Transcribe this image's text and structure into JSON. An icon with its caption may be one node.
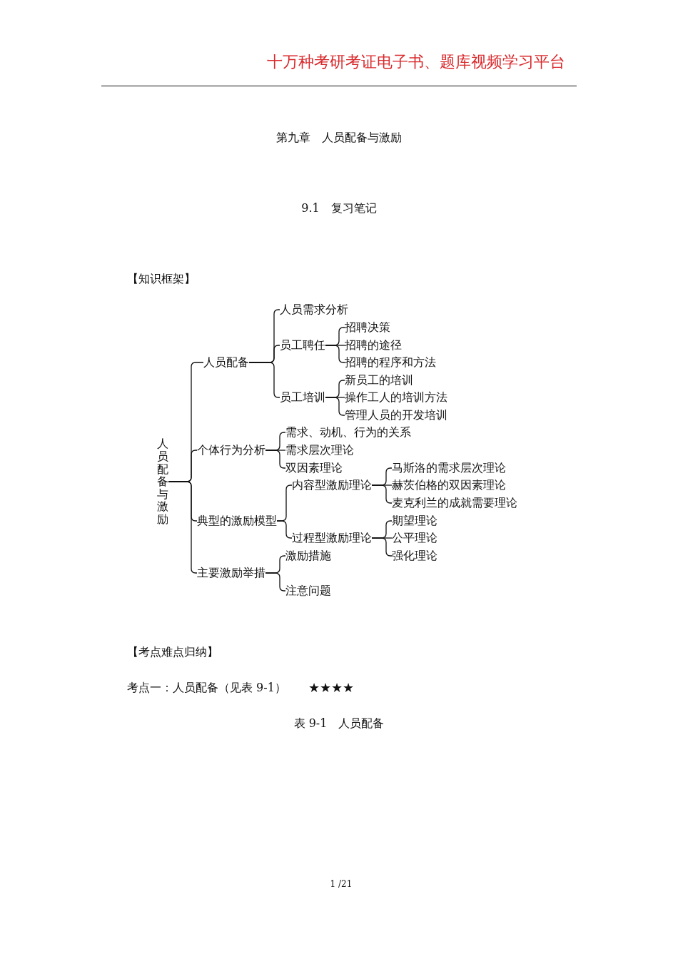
{
  "diagram": {
    "title": "第九章　人员配备与激励",
    "nodes": [
      {
        "text": [
          "人员配备与激励"
        ]
      },
      {
        "text": [
          "人员配备"
        ]
      },
      {
        "text": [
          "人员需求分析"
        ]
      },
      {
        "text": [
          "员工聘任"
        ]
      },
      {
        "text": [
          "招聘决策"
        ]
      },
      {
        "text": [
          "招聘的途径"
        ]
      },
      {
        "text": [
          "招聘的程序和方法"
        ]
      },
      {
        "text": [
          "员工培训"
        ]
      },
      {
        "text": [
          "新员工的培训"
        ]
      },
      {
        "text": [
          "操作工人的培训方法"
        ]
      },
      {
        "text": [
          "管理人员的开发培训"
        ]
      },
      {
        "text": [
          "个体行为分析"
        ]
      },
      {
        "text": [
          "需求、动机、行为的关系"
        ]
      },
      {
        "text": [
          "需求层次理论"
        ]
      },
      {
        "text": [
          "双因素理论"
        ]
      },
      {
        "text": [
          "典型的激励模型"
        ]
      },
      {
        "text": [
          "内容型激励理论"
        ]
      },
      {
        "text": [
          "马斯洛的需求层次理论"
        ]
      },
      {
        "text": [
          "赫茨伯格的双因素理论"
        ]
      },
      {
        "text": [
          "麦克利兰的成就需要理论"
        ]
      },
      {
        "text": [
          "过程型激励理论"
        ]
      },
      {
        "text": [
          "期望理论"
        ]
      },
      {
        "text": [
          "公平理论"
        ]
      },
      {
        "text": [
          "强化理论"
        ]
      },
      {
        "text": [
          "主要激励举措"
        ]
      },
      {
        "text": [
          "激励措施"
        ]
      },
      {
        "text": [
          "注意问题"
        ]
      }
    ],
    "edges": [
      {
        "from": 0,
        "to": 1,
        "arrow": "none"
      },
      {
        "from": 0,
        "to": 11,
        "arrow": "none"
      },
      {
        "from": 0,
        "to": 15,
        "arrow": "none"
      },
      {
        "from": 0,
        "to": 24,
        "arrow": "none"
      },
      {
        "from": 1,
        "to": 2,
        "arrow": "none"
      },
      {
        "from": 1,
        "to": 3,
        "arrow": "none"
      },
      {
        "from": 1,
        "to": 7,
        "arrow": "none"
      },
      {
        "from": 3,
        "to": 4,
        "arrow": "none"
      },
      {
        "from": 3,
        "to": 5,
        "arrow": "none"
      },
      {
        "from": 3,
        "to": 6,
        "arrow": "none"
      },
      {
        "from": 7,
        "to": 8,
        "arrow": "none"
      },
      {
        "from": 7,
        "to": 9,
        "arrow": "none"
      },
      {
        "from": 7,
        "to": 10,
        "arrow": "none"
      },
      {
        "from": 11,
        "to": 12,
        "arrow": "none"
      },
      {
        "from": 11,
        "to": 13,
        "arrow": "none"
      },
      {
        "from": 11,
        "to": 14,
        "arrow": "none"
      },
      {
        "from": 15,
        "to": 16,
        "arrow": "none"
      },
      {
        "from": 15,
        "to": 20,
        "arrow": "none"
      },
      {
        "from": 16,
        "to": 17,
        "arrow": "none"
      },
      {
        "from": 16,
        "to": 18,
        "arrow": "none"
      },
      {
        "from": 16,
        "to": 19,
        "arrow": "none"
      },
      {
        "from": 20,
        "to": 21,
        "arrow": "none"
      },
      {
        "from": 20,
        "to": 22,
        "arrow": "none"
      },
      {
        "from": 20,
        "to": 23,
        "arrow": "none"
      },
      {
        "from": 24,
        "to": 25,
        "arrow": "none"
      },
      {
        "from": 24,
        "to": 26,
        "arrow": "none"
      }
    ],
    "labels": [
      "十万种考研考证电子书、题库视频学习平台",
      "9.1　复习笔记",
      "【知识框架】",
      "【考点难点归纳】",
      "考点一：人员配备（见表 9-1）",
      "★★★★",
      "表 9-1　人员配备",
      "1 /21"
    ]
  }
}
